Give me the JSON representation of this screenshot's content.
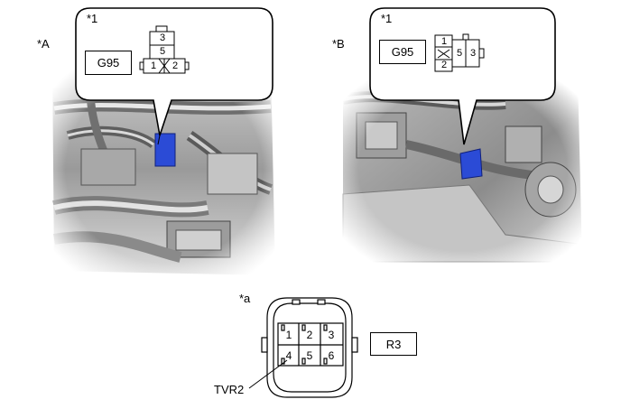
{
  "view_a": {
    "label": "*A",
    "callout_label": "*1",
    "connector_code": "G95",
    "pins": [
      "3",
      "5",
      "1",
      "2"
    ]
  },
  "view_b": {
    "label": "*B",
    "callout_label": "*1",
    "connector_code": "G95",
    "pins": [
      "1",
      "2",
      "5",
      "3"
    ]
  },
  "connector_front": {
    "label": "*a",
    "code": "R3",
    "pins": [
      "1",
      "2",
      "3",
      "4",
      "5",
      "6"
    ],
    "terminal_label": "TVR2"
  },
  "colors": {
    "highlight_connector": "#2b4bd6",
    "engine_gray": "#b4b4b4"
  }
}
